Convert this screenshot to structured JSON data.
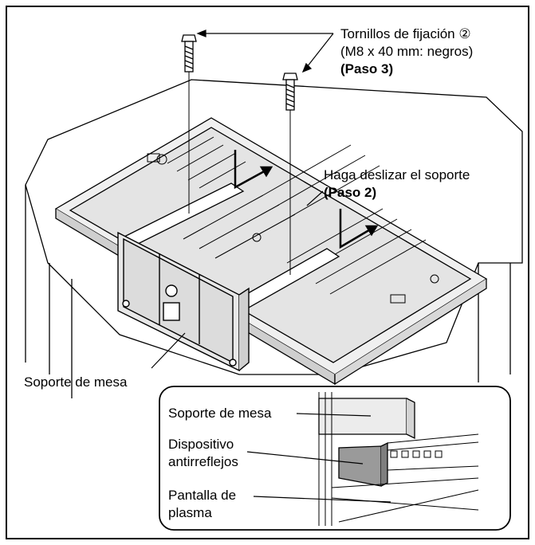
{
  "labels": {
    "screws_line1": "Tornillos de fijación ②",
    "screws_line2": "(M8 x 40 mm: negros)",
    "screws_step": "(Paso 3)",
    "slide_text": "Haga deslizar el soporte",
    "slide_step": "(Paso 2)",
    "stand_main": "Soporte de mesa",
    "detail_stand": "Soporte de mesa",
    "detail_antiglare_1": "Dispositivo",
    "detail_antiglare_2": "antirreflejos",
    "detail_panel_1": "Pantalla de",
    "detail_panel_2": "plasma"
  },
  "colors": {
    "line": "#000000",
    "panel_fill": "#e6e6e6",
    "antiglare_fill": "#9a9a9a",
    "detail_border": "#000000"
  }
}
